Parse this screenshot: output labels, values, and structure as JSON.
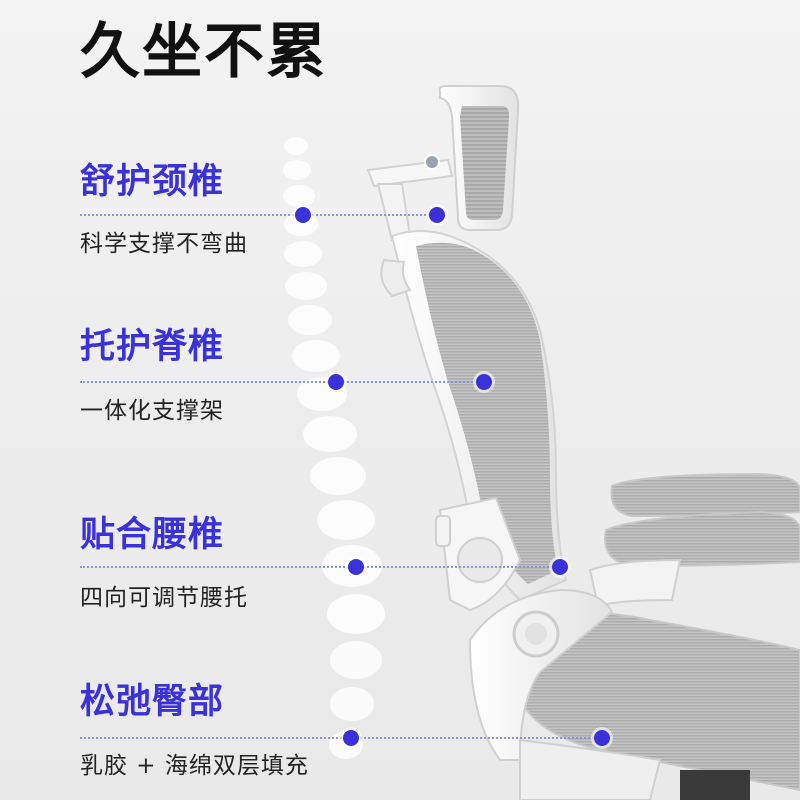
{
  "headline": "久坐不累",
  "accent_color": "#3a32d8",
  "features": [
    {
      "title": "舒护颈椎",
      "subtitle": "科学支撑不弯曲"
    },
    {
      "title": "托护脊椎",
      "subtitle": "一体化支撑架"
    },
    {
      "title": "贴合腰椎",
      "subtitle": "四向可调节腰托"
    },
    {
      "title": "松弛臀部",
      "subtitle": "乳胶 + 海绵双层填充"
    }
  ],
  "illustration": {
    "subject": "white-frame gray-mesh ergonomic office chair with adjustable headrest and flip-up armrests",
    "decoration": "translucent white spine vertebrae"
  }
}
